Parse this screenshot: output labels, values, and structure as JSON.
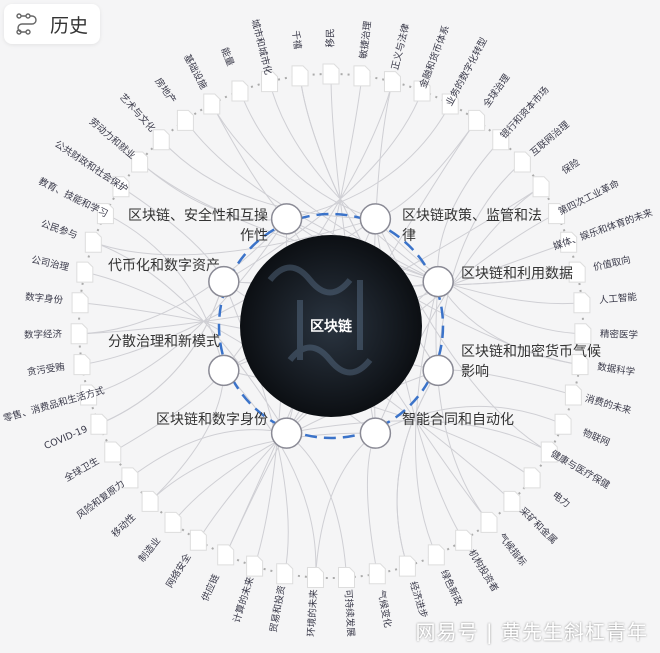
{
  "header": {
    "history_label": "历史",
    "history_icon": "route-icon"
  },
  "center": {
    "label": "区块链"
  },
  "topics": [
    {
      "label": "区块链、安全性和互操作性",
      "side": "left"
    },
    {
      "label": "区块链政策、监管和法律",
      "side": "right"
    },
    {
      "label": "区块链和利用数据",
      "side": "right"
    },
    {
      "label": "区块链和加密货币气候影响",
      "side": "right"
    },
    {
      "label": "智能合同和自动化",
      "side": "right"
    },
    {
      "label": "区块链和数字身份",
      "side": "left"
    },
    {
      "label": "分散治理和新模式",
      "side": "left"
    },
    {
      "label": "代币化和数字资产",
      "side": "left"
    }
  ],
  "outer_nodes": [
    "基础设施",
    "能量",
    "城市和城市化",
    "千禧",
    "移民",
    "敏捷治理",
    "正义与法律",
    "金融和货币体系",
    "业务的数字化转型",
    "全球治理",
    "银行和资本市场",
    "互联网治理",
    "保险",
    "第四次工业革命",
    "媒体、娱乐和体育的未来",
    "价值取向",
    "人工智能",
    "精密医学",
    "数据科学",
    "消费的未来",
    "物联网",
    "健康与医疗保健",
    "电力",
    "采矿和金属",
    "气候指标",
    "机构投资者",
    "绿色新政",
    "经济进步",
    "气候变化",
    "可持续发展",
    "环境的未来",
    "贸易和投资",
    "计算的未来",
    "供应链",
    "网络安全",
    "制造业",
    "移动性",
    "风险和复原力",
    "全球卫生",
    "COVID-19",
    "零售、消费品和生活方式",
    "贪污受贿",
    "数字经济",
    "数字身份",
    "公司治理",
    "公民参与",
    "教育、技能和学习",
    "公共财政和社会保护",
    "劳动力和就业",
    "艺术与文化",
    "房地产"
  ],
  "watermark": "网易号 | 黄先生斜杠青年",
  "colors": {
    "ring": "#3b73c9",
    "link": "#cfcfd4",
    "center_bg": "#151a20"
  }
}
